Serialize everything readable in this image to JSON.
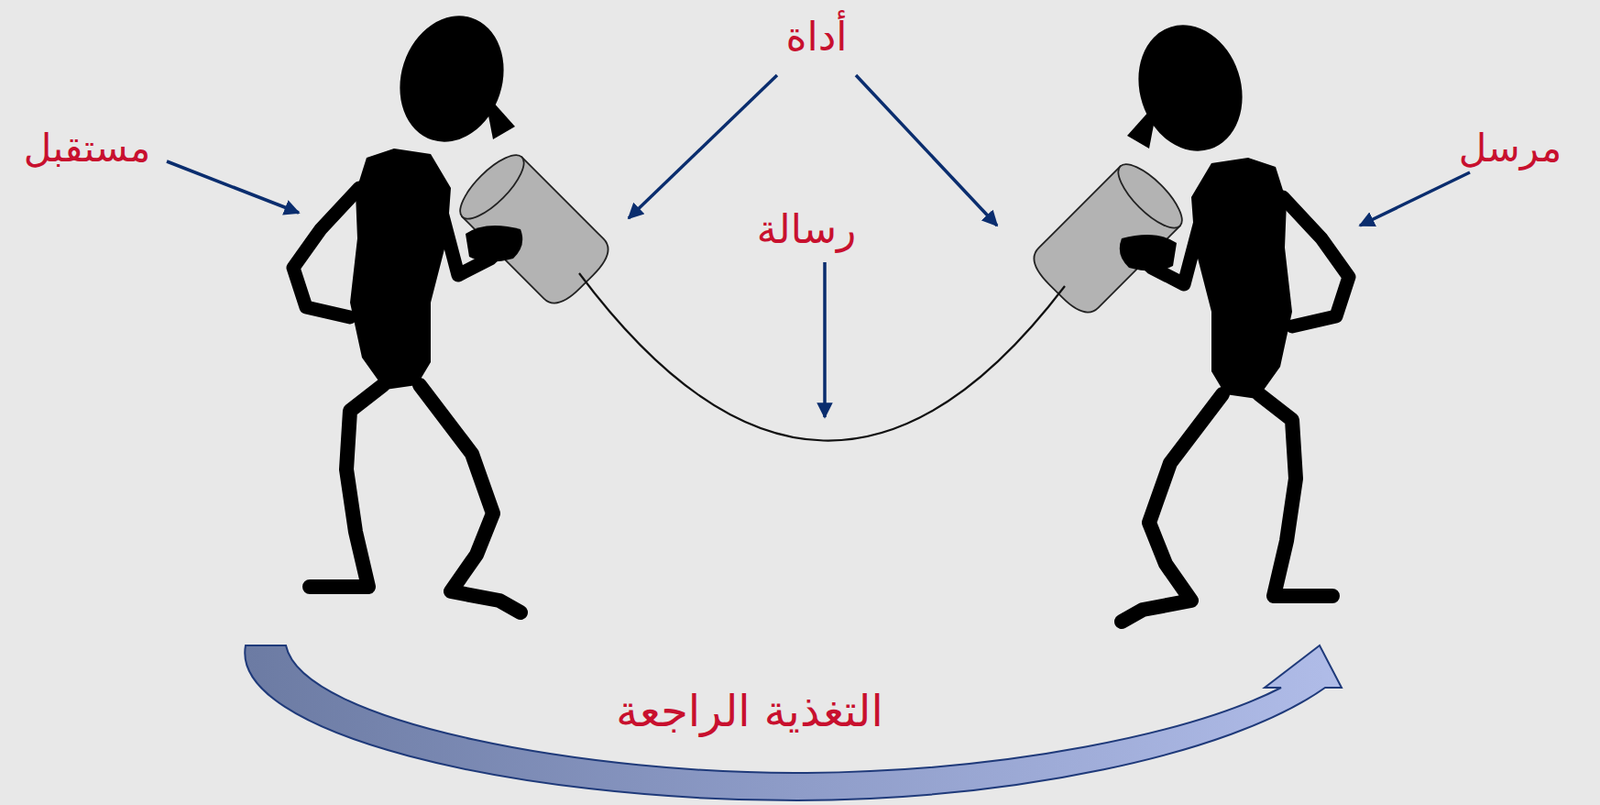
{
  "diagram": {
    "labels": [
      "أداة",
      "مرسل",
      "مستقبل",
      "رسالة",
      "التغذية الراجعة"
    ]
  }
}
